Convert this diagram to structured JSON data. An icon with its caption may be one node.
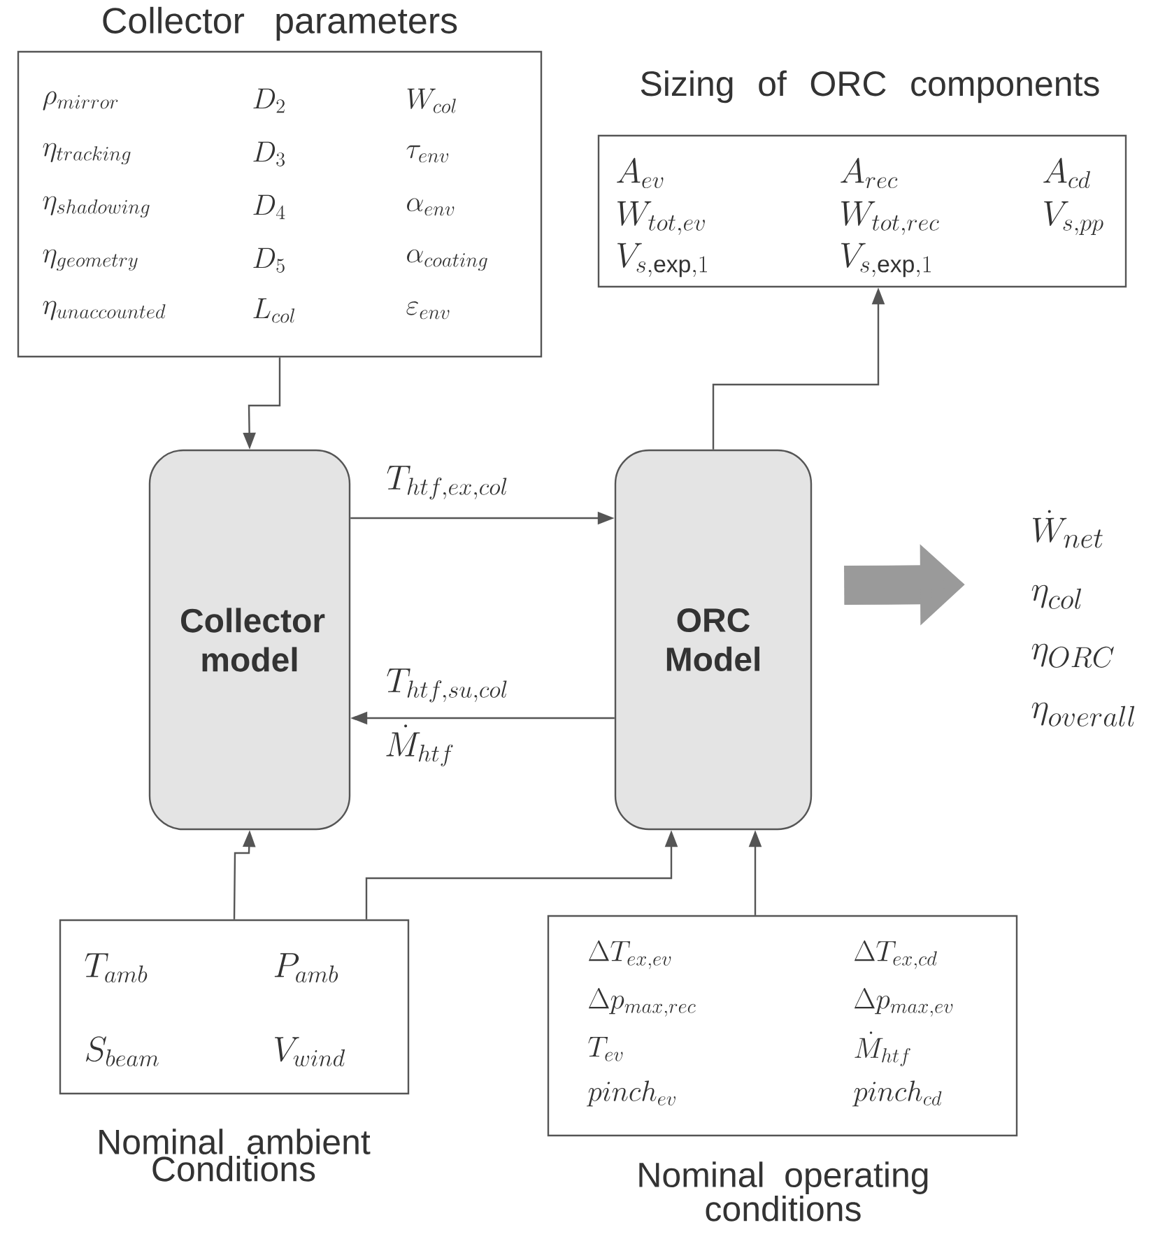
{
  "diagram": {
    "nodes": [
      {
        "text": [
          "Collector parameters",
          "\\rho_{mirror}",
          "D_{2}",
          "W_{col}",
          "\\eta_{tracking}",
          "D_{3}",
          "\\tau_{env}",
          "\\eta_{shadowing}",
          "D_{4}",
          "\\alpha_{env}",
          "\\eta_{geometry}",
          "D_{5}",
          "\\alpha_{coating}",
          "\\eta_{unaccounted}",
          "L_{col}",
          "\\varepsilon_{env}"
        ]
      },
      {
        "text": [
          "Sizing of ORC components",
          "A_{ev}",
          "A_{rec}",
          "A_{cd}",
          "W_{tot,ev}",
          "W_{tot,rec}",
          "V_{s,pp}",
          "V_{s,\\exp,1}",
          "V_{s,\\exp,1}"
        ]
      },
      {
        "text": [
          "Collector model"
        ]
      },
      {
        "text": [
          "ORC Model"
        ]
      },
      {
        "text": [
          "Nominal ambient Conditions",
          "T_{amb}",
          "P_{amb}",
          "S_{beam}",
          "V_{wind}"
        ]
      },
      {
        "text": [
          "Nominal operating conditions",
          "\\Delta T_{ex,ev}",
          "\\Delta T_{ex,cd}",
          "\\Delta p_{max,rec}",
          "\\Delta p_{max,ev}",
          "T_{ev}",
          "\\dot{M}_{htf}",
          "pinch_{ev}",
          "pinch_{cd}"
        ]
      },
      {
        "text": [
          "\\dot{W}_{net}",
          "\\eta_{col}",
          "\\eta_{ORC}",
          "\\eta_{overall}"
        ]
      }
    ],
    "edges": [
      {
        "from": 0,
        "to": 2,
        "arrow": "to"
      },
      {
        "from": 2,
        "to": 3,
        "arrow": "to",
        "label": "T_{htf,ex,col}"
      },
      {
        "from": 3,
        "to": 2,
        "arrow": "to",
        "label": "T_{htf,su,col}"
      },
      {
        "from": 3,
        "to": 1,
        "arrow": "to"
      },
      {
        "from": 4,
        "to": 2,
        "arrow": "to"
      },
      {
        "from": 4,
        "to": 3,
        "arrow": "to"
      },
      {
        "from": 5,
        "to": 3,
        "arrow": "to"
      },
      {
        "from": 3,
        "to": 6,
        "arrow": "to",
        "style": "thick",
        "color": "#9a9a9a"
      }
    ],
    "labels": [
      "\\dot{M}_{htf}"
    ]
  }
}
